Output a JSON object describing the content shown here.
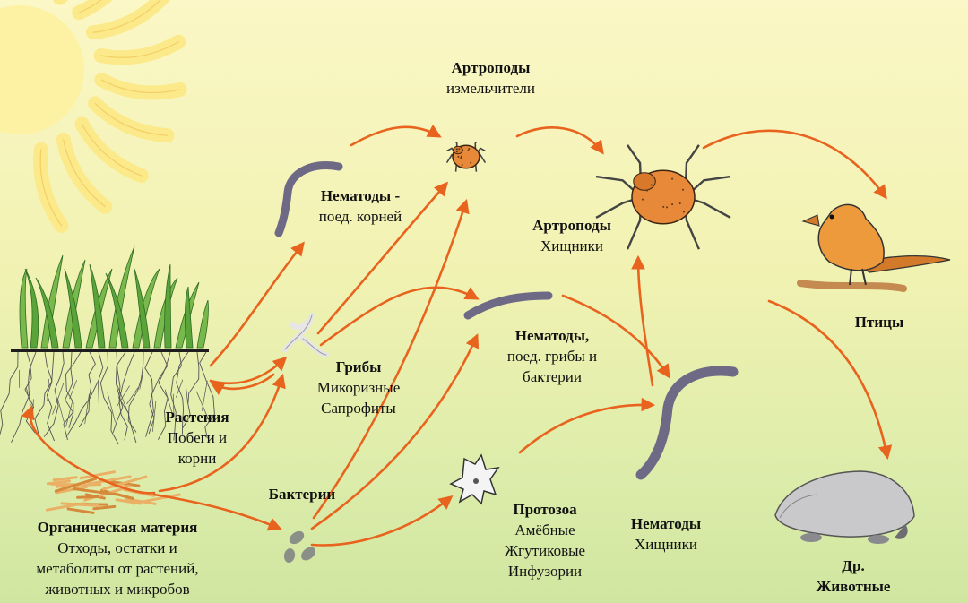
{
  "colors": {
    "background_top": "#fbf7c6",
    "background_bottom": "#cfe6a0",
    "sun": "#fbe98a",
    "arrow": "#e8631d",
    "arthropod": "#e8893a",
    "bird": "#ec9a3c",
    "nematode": "#6e6a86",
    "grass": "#5aa43a",
    "root": "#555555",
    "organic_matter": "#eab065"
  },
  "nodes": {
    "arthropods_shredders": {
      "title": "Артроподы",
      "lines": [
        "измельчители"
      ]
    },
    "nematodes_roots": {
      "title": "Нематоды -",
      "lines": [
        "поед. корней"
      ]
    },
    "arthropods_predators": {
      "title": "Артроподы",
      "lines": [
        "Хищники"
      ]
    },
    "birds": {
      "title": "Птицы",
      "lines": []
    },
    "nematodes_fungi_bacteria": {
      "title": "Нематоды,",
      "lines": [
        "поед. грибы и",
        "бактерии"
      ]
    },
    "fungi": {
      "title": "Грибы",
      "lines": [
        "Микоризные",
        "Сапрофиты"
      ]
    },
    "plants": {
      "title": "Растения",
      "lines": [
        "Побеги и",
        "корни"
      ]
    },
    "bacteria": {
      "title": "Бактерии",
      "lines": []
    },
    "protozoa": {
      "title": "Протозоа",
      "lines": [
        "Амёбные",
        "Жгутиковые",
        "Инфузории"
      ]
    },
    "nematodes_predators": {
      "title": "Нематоды",
      "lines": [
        "Хищники"
      ]
    },
    "other_animals": {
      "title": "Др.",
      "lines": [
        "Животные"
      ]
    },
    "organic_matter": {
      "title": "Органическая материя",
      "lines": [
        "Отходы, остатки и",
        "метаболиты от растений,",
        "животных и микробов"
      ]
    }
  },
  "edges": [
    [
      "organic_matter",
      "plants"
    ],
    [
      "plants",
      "fungi"
    ],
    [
      "fungi",
      "plants"
    ],
    [
      "organic_matter",
      "fungi"
    ],
    [
      "organic_matter",
      "bacteria"
    ],
    [
      "plants",
      "nematodes_roots"
    ],
    [
      "fungi",
      "arthropods_shredders"
    ],
    [
      "fungi",
      "nematodes_fungi_bacteria"
    ],
    [
      "bacteria",
      "arthropods_shredders"
    ],
    [
      "bacteria",
      "nematodes_fungi_bacteria"
    ],
    [
      "bacteria",
      "protozoa"
    ],
    [
      "nematodes_roots",
      "arthropods_shredders"
    ],
    [
      "arthropods_shredders",
      "arthropods_predators"
    ],
    [
      "nematodes_fungi_bacteria",
      "nematodes_predators"
    ],
    [
      "protozoa",
      "nematodes_predators"
    ],
    [
      "nematodes_predators",
      "arthropods_predators"
    ],
    [
      "arthropods_predators",
      "birds"
    ],
    [
      "birds",
      "other_animals"
    ]
  ]
}
